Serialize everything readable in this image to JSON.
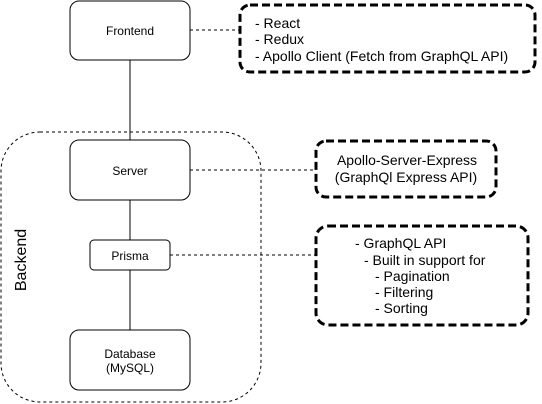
{
  "group": {
    "label": "Backend"
  },
  "nodes": {
    "frontend": {
      "label": "Frontend"
    },
    "server": {
      "label": "Server"
    },
    "prisma": {
      "label": "Prisma"
    },
    "database": {
      "line1": "Database",
      "line2": "(MySQL)"
    }
  },
  "notes": {
    "frontend": {
      "line1": "- React",
      "line2": "- Redux",
      "line3": "- Apollo Client (Fetch from GraphQL API)"
    },
    "server": {
      "line1": "Apollo-Server-Express",
      "line2": "(GraphQl Express API)"
    },
    "prisma": {
      "line1": "- GraphQL API",
      "line2": "- Built in support for",
      "line3": "- Pagination",
      "line4": "- Filtering",
      "line5": "- Sorting"
    }
  }
}
